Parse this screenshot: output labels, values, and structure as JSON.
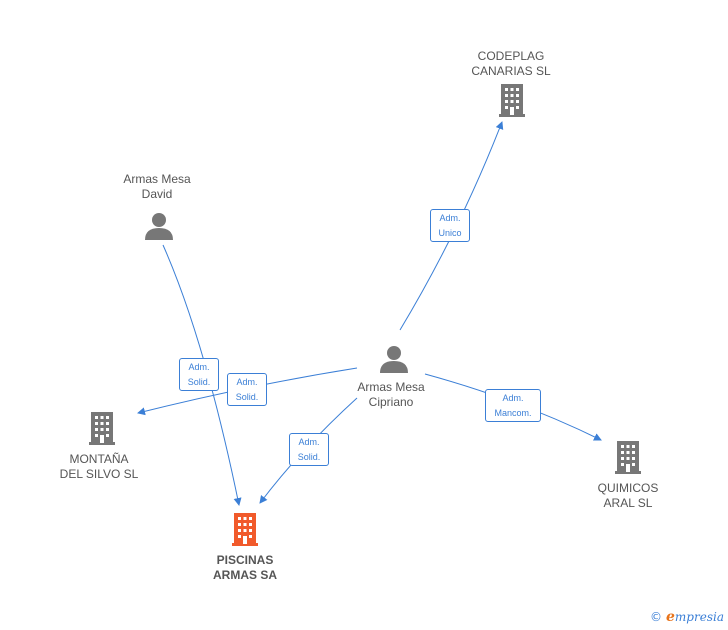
{
  "colors": {
    "edge": "#3b7fd6",
    "building": "#777777",
    "building_main": "#f15a2b",
    "person": "#777777"
  },
  "nodes": {
    "codeplag": {
      "line1": "CODEPLAG",
      "line2": "CANARIAS SL",
      "icon": "building-icon"
    },
    "david": {
      "line1": "Armas Mesa",
      "line2": "David",
      "icon": "person-icon"
    },
    "cipriano": {
      "line1": "Armas Mesa",
      "line2": "Cipriano",
      "icon": "person-icon"
    },
    "montana": {
      "line1": "MONTAÑA",
      "line2": "DEL SILVO  SL",
      "icon": "building-icon"
    },
    "quimicos": {
      "line1": "QUIMICOS",
      "line2": "ARAL  SL",
      "icon": "building-icon"
    },
    "piscinas": {
      "line1": "PISCINAS",
      "line2": "ARMAS SA",
      "icon": "building-icon"
    }
  },
  "relations": {
    "codeplag": {
      "line1": "Adm.",
      "line2": "Unico"
    },
    "david_piscinas": {
      "line1": "Adm.",
      "line2": "Solid."
    },
    "cipriano_montana": {
      "line1": "Adm.",
      "line2": "Solid."
    },
    "cipriano_piscinas": {
      "line1": "Adm.",
      "line2": "Solid."
    },
    "quimicos": {
      "line1": "Adm.",
      "line2": "Mancom."
    }
  },
  "footer": {
    "copyright": "©",
    "brand_initial": "e",
    "brand_rest": "mpresia"
  }
}
